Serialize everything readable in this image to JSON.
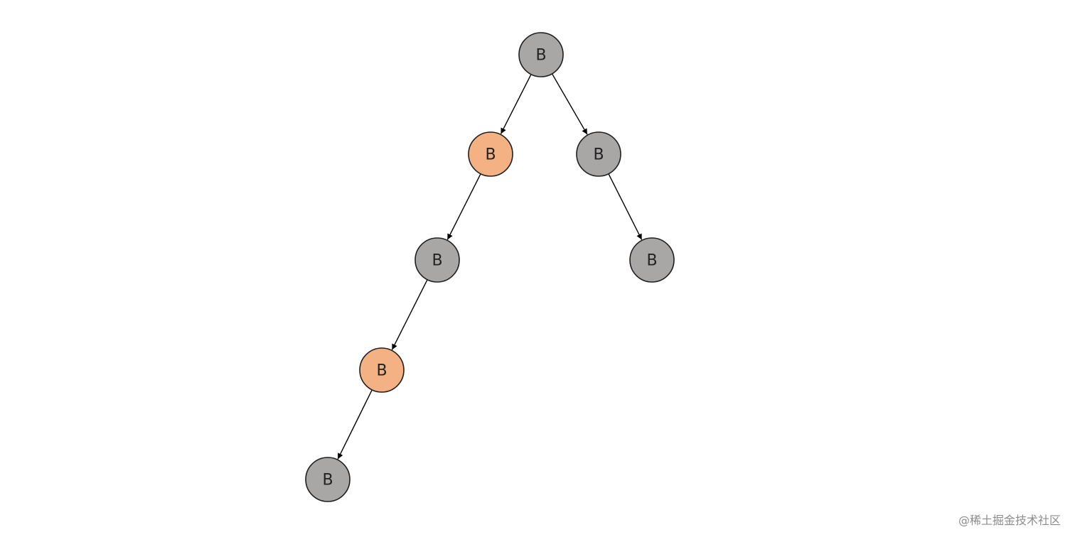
{
  "colors": {
    "black_node": "#a9a6a6",
    "red_node": "#f4b183",
    "edge": "#000000"
  },
  "tree": {
    "nodes": [
      {
        "id": "n1",
        "label": "B",
        "color": "black_node"
      },
      {
        "id": "n2",
        "label": "B",
        "color": "red_node"
      },
      {
        "id": "n3",
        "label": "B",
        "color": "black_node"
      },
      {
        "id": "n4",
        "label": "B",
        "color": "black_node"
      },
      {
        "id": "n5",
        "label": "B",
        "color": "black_node"
      },
      {
        "id": "n6",
        "label": "B",
        "color": "red_node"
      },
      {
        "id": "n7",
        "label": "B",
        "color": "black_node"
      }
    ],
    "edges": [
      {
        "from": "n1",
        "to": "n2"
      },
      {
        "from": "n1",
        "to": "n3"
      },
      {
        "from": "n2",
        "to": "n4"
      },
      {
        "from": "n3",
        "to": "n5"
      },
      {
        "from": "n4",
        "to": "n6"
      },
      {
        "from": "n6",
        "to": "n7"
      }
    ]
  },
  "watermark": "@稀土掘金技术社区"
}
